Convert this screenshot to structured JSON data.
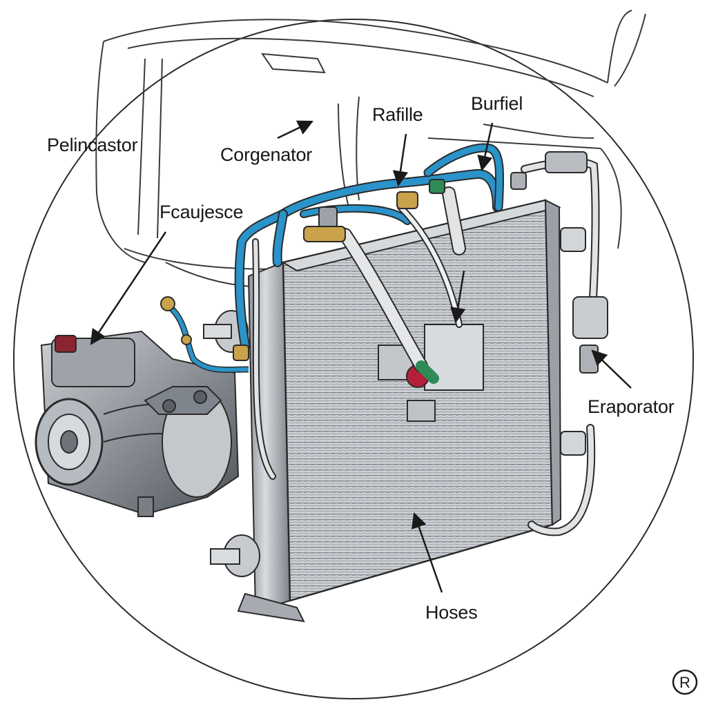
{
  "diagram": {
    "labels": {
      "pelincastor": "Pelincastor",
      "corgenator": "Corgenator",
      "rafille": "Rafille",
      "burfiel": "Burfiel",
      "fcaujesce": "Fcaujesce",
      "eraporator": "Eraporator",
      "hoses": "Hoses"
    },
    "trademark": "R",
    "colors": {
      "line": "#2a2a2a",
      "hose_blue": "#2a93c9",
      "metal": "#b8bcc2",
      "metal_dark": "#6e737a",
      "fin": "#8e949b",
      "brass": "#c9a24a",
      "green": "#2e8b57",
      "red": "#b3203a"
    },
    "icons": [
      "arrow-icon",
      "registered-trademark-icon"
    ]
  }
}
